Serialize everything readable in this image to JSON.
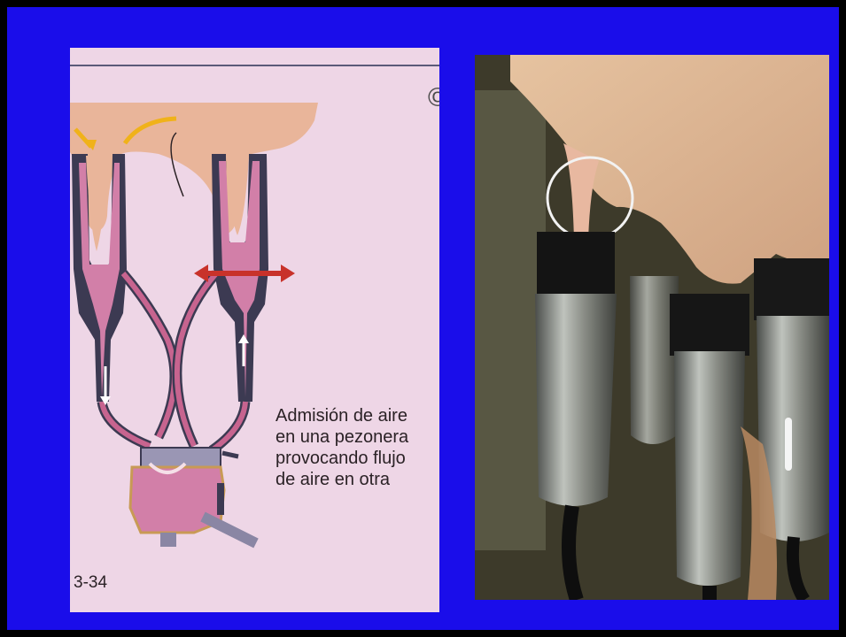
{
  "slide": {
    "background": "#1a0dea",
    "diagram": {
      "caption": "Admisión de aire\nen una pezonera\nprovocando flujo\nde aire en otra",
      "figure_number": "3-34",
      "corner_mark": "©",
      "colors": {
        "udder": "#e9b59a",
        "liner": "#d27fa8",
        "shell": "#3c3a52",
        "tube": "#c7648f",
        "arrow_red": "#c8322a",
        "arrow_yellow": "#f0b21a"
      }
    },
    "photo": {
      "subject": "milking-cluster-on-cow-udder",
      "highlight": "teat-circled"
    }
  }
}
